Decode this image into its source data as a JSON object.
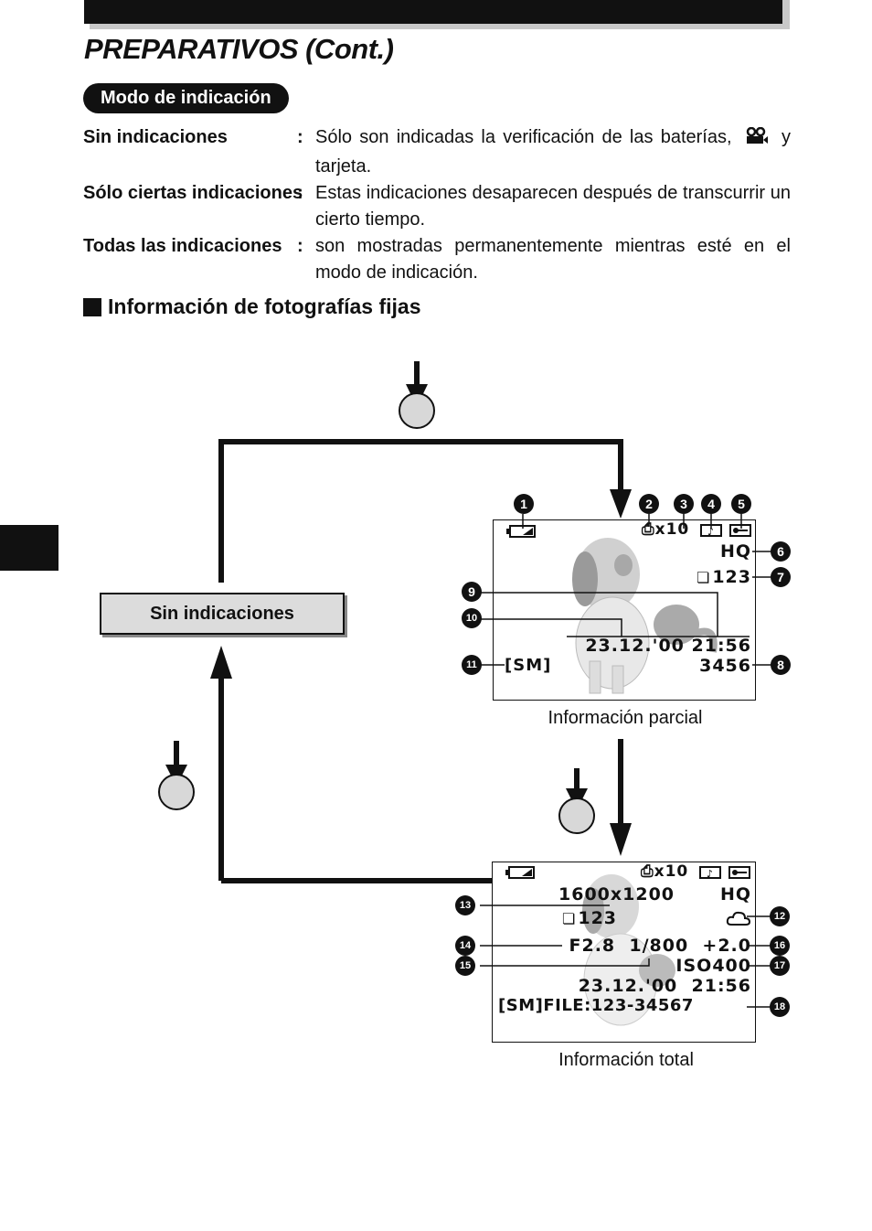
{
  "header": {
    "title": "PREPARATIVOS (Cont.)"
  },
  "mode_section": {
    "pill_label": "Modo de indicación",
    "definitions": [
      {
        "term": "Sin indicaciones",
        "colon": ":",
        "desc_before": "Sólo son indicadas la verificación de las baterías,",
        "icon": "movie-camera-icon",
        "desc_after": "y tarjeta."
      },
      {
        "term": "Sólo ciertas indicaciones",
        "colon": ":",
        "desc": "Estas indicaciones desaparecen después de transcurrir un cierto tiempo."
      },
      {
        "term": "Todas las indicaciones",
        "colon": ":",
        "desc": "son mostradas permanentemente mientras esté en el modo de indicación."
      }
    ]
  },
  "info_section": {
    "heading": "Información de fotografías fijas"
  },
  "diagram": {
    "mode_box_label": "Sin indicaciones",
    "partial": {
      "caption": "Información parcial",
      "top_icons": "x10",
      "quality": "HQ",
      "frames": "123",
      "datetime": "23.12.'00 21:56",
      "sm": "[SM]",
      "remaining": "3456",
      "markers": [
        "1",
        "2",
        "3",
        "4",
        "5",
        "6",
        "7",
        "8",
        "9",
        "10",
        "11"
      ]
    },
    "full": {
      "caption": "Información total",
      "top_icons": "x10",
      "resolution": "1600x1200",
      "quality": "HQ",
      "frames": "123",
      "exposure": "F2.8  1/800  +2.0",
      "iso": "ISO400",
      "datetime": "23.12.'00  21:56",
      "file": "[SM]FILE:123-34567",
      "markers": [
        "12",
        "13",
        "14",
        "15",
        "16",
        "17",
        "18"
      ]
    }
  }
}
